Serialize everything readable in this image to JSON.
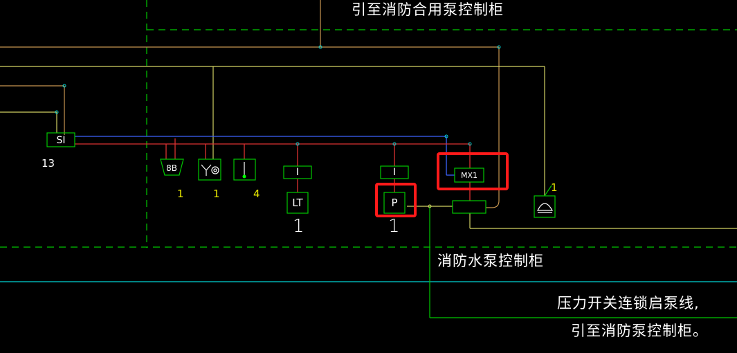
{
  "texts": {
    "top_title": "引至消防合用泵控制柜",
    "cabinet_label": "消防水泵控制柜",
    "note_line1": "压力开关连锁启泵线,",
    "note_line2": "引至消防泵控制柜。"
  },
  "symbols": {
    "si": "SI",
    "i1": "I",
    "i2": "I",
    "lt": "LT",
    "p": "P",
    "mx1": "MX1"
  },
  "counts": {
    "si_count": "13",
    "bell_count": "1",
    "horn_count": "1",
    "manual_count": "4",
    "lt_count": "1",
    "p_count": "1",
    "phone_count": "1"
  },
  "colors": {
    "background": "#000000",
    "green_dashed": "#00c800",
    "cyan_line": "#00d2d2",
    "yellow_line": "#d2d264",
    "orange_line": "#c89650",
    "red_line": "#dc3232",
    "blue_line": "#3c64ff",
    "symbol_box": "#00c800",
    "highlight": "#ff1a1a"
  },
  "icons": [
    "bell-icon",
    "horn-strobe-icon",
    "manual-call-point-icon",
    "telephone-icon"
  ]
}
